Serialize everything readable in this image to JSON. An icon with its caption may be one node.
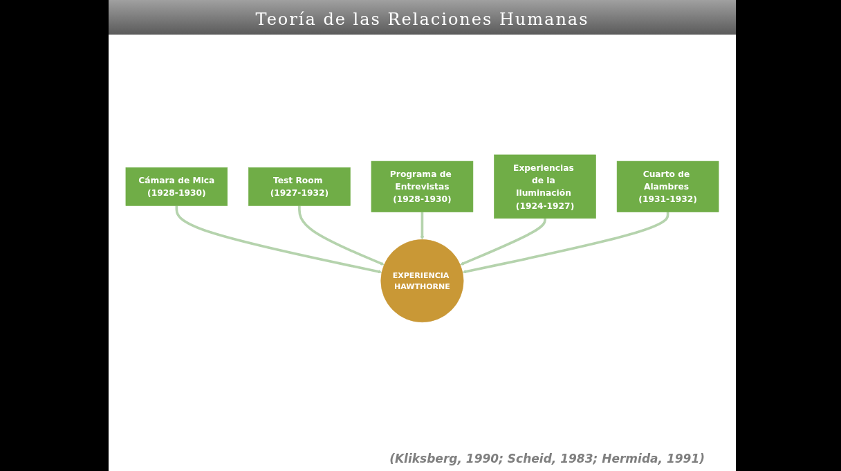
{
  "diagram": {
    "title": "Teoría de las Relaciones Humanas",
    "caption": "(Kliksberg, 1990; Scheid, 1983; Hermida, 1991)",
    "nodes": [
      {
        "text": [
          "Cámara de Mica",
          "(1928-1930)"
        ]
      },
      {
        "text": [
          "Test Room (1927-1932)"
        ]
      },
      {
        "text": [
          "Programa de Entrevistas",
          "(1928-1930)"
        ]
      },
      {
        "text": [
          "Experiencias de la Iluminación (1924-1927)"
        ]
      },
      {
        "text": [
          "EXPERIENCIA HAWTHORNE"
        ]
      },
      {
        "text": [
          "Cuarto de Alambres (1931-1932)"
        ]
      }
    ],
    "edges": [
      {
        "from": 0,
        "to": 4,
        "arrow": "to"
      },
      {
        "from": 1,
        "to": 4,
        "arrow": "to"
      },
      {
        "from": 2,
        "to": 4,
        "arrow": "to"
      },
      {
        "from": 3,
        "to": 4,
        "arrow": "to"
      },
      {
        "from": 5,
        "to": 4,
        "arrow": "to"
      }
    ]
  }
}
